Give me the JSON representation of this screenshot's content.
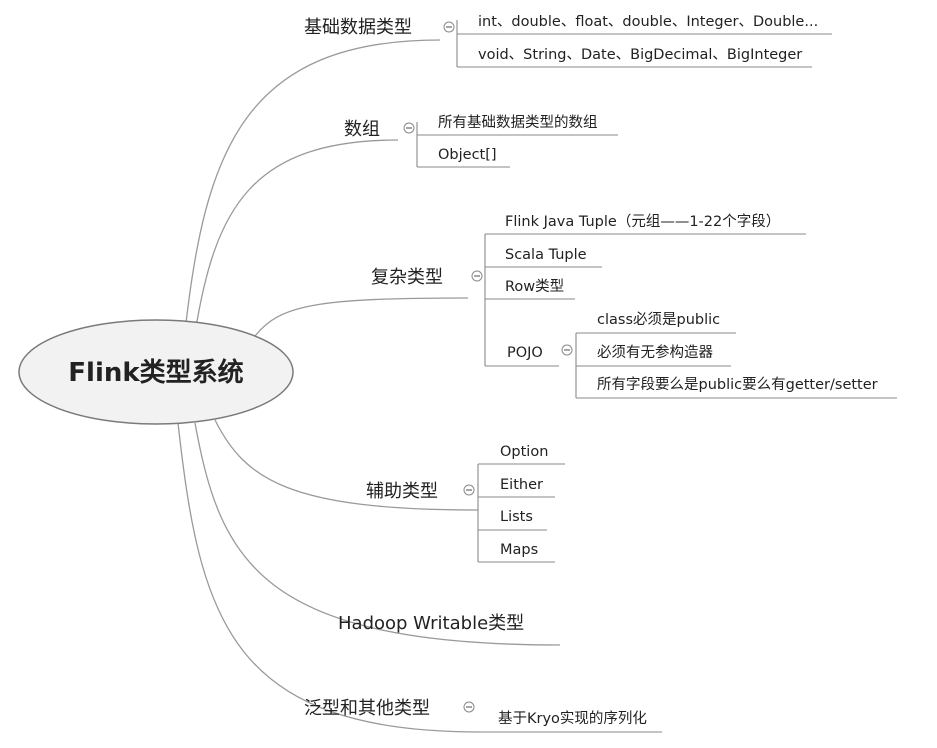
{
  "root": {
    "label": "Flink类型系统"
  },
  "branches": [
    {
      "id": "basic",
      "label": "基础数据类型",
      "collapse_icon": "minus-circle",
      "children": [
        {
          "label": "int、double、float、double、Integer、Double..."
        },
        {
          "label": "void、String、Date、BigDecimal、BigInteger"
        }
      ]
    },
    {
      "id": "array",
      "label": "数组",
      "collapse_icon": "minus-circle",
      "children": [
        {
          "label": "所有基础数据类型的数组"
        },
        {
          "label": "Object[]"
        }
      ]
    },
    {
      "id": "composite",
      "label": "复杂类型",
      "collapse_icon": "minus-circle",
      "children": [
        {
          "label": "Flink Java Tuple（元组——1-22个字段）"
        },
        {
          "label": "Scala Tuple"
        },
        {
          "label": "Row类型"
        },
        {
          "label": "POJO",
          "collapse_icon": "minus-circle",
          "children": [
            {
              "label": "class必须是public"
            },
            {
              "label": "必须有无参构造器"
            },
            {
              "label": "所有字段要么是public要么有getter/setter"
            }
          ]
        }
      ]
    },
    {
      "id": "auxiliary",
      "label": "辅助类型",
      "collapse_icon": "minus-circle",
      "children": [
        {
          "label": "Option"
        },
        {
          "label": "Either"
        },
        {
          "label": "Lists"
        },
        {
          "label": "Maps"
        }
      ]
    },
    {
      "id": "hadoop",
      "label": "Hadoop Writable类型",
      "children": []
    },
    {
      "id": "generic",
      "label": "泛型和其他类型",
      "collapse_icon": "minus-circle",
      "children": [
        {
          "label": "基于Kryo实现的序列化"
        }
      ]
    }
  ]
}
